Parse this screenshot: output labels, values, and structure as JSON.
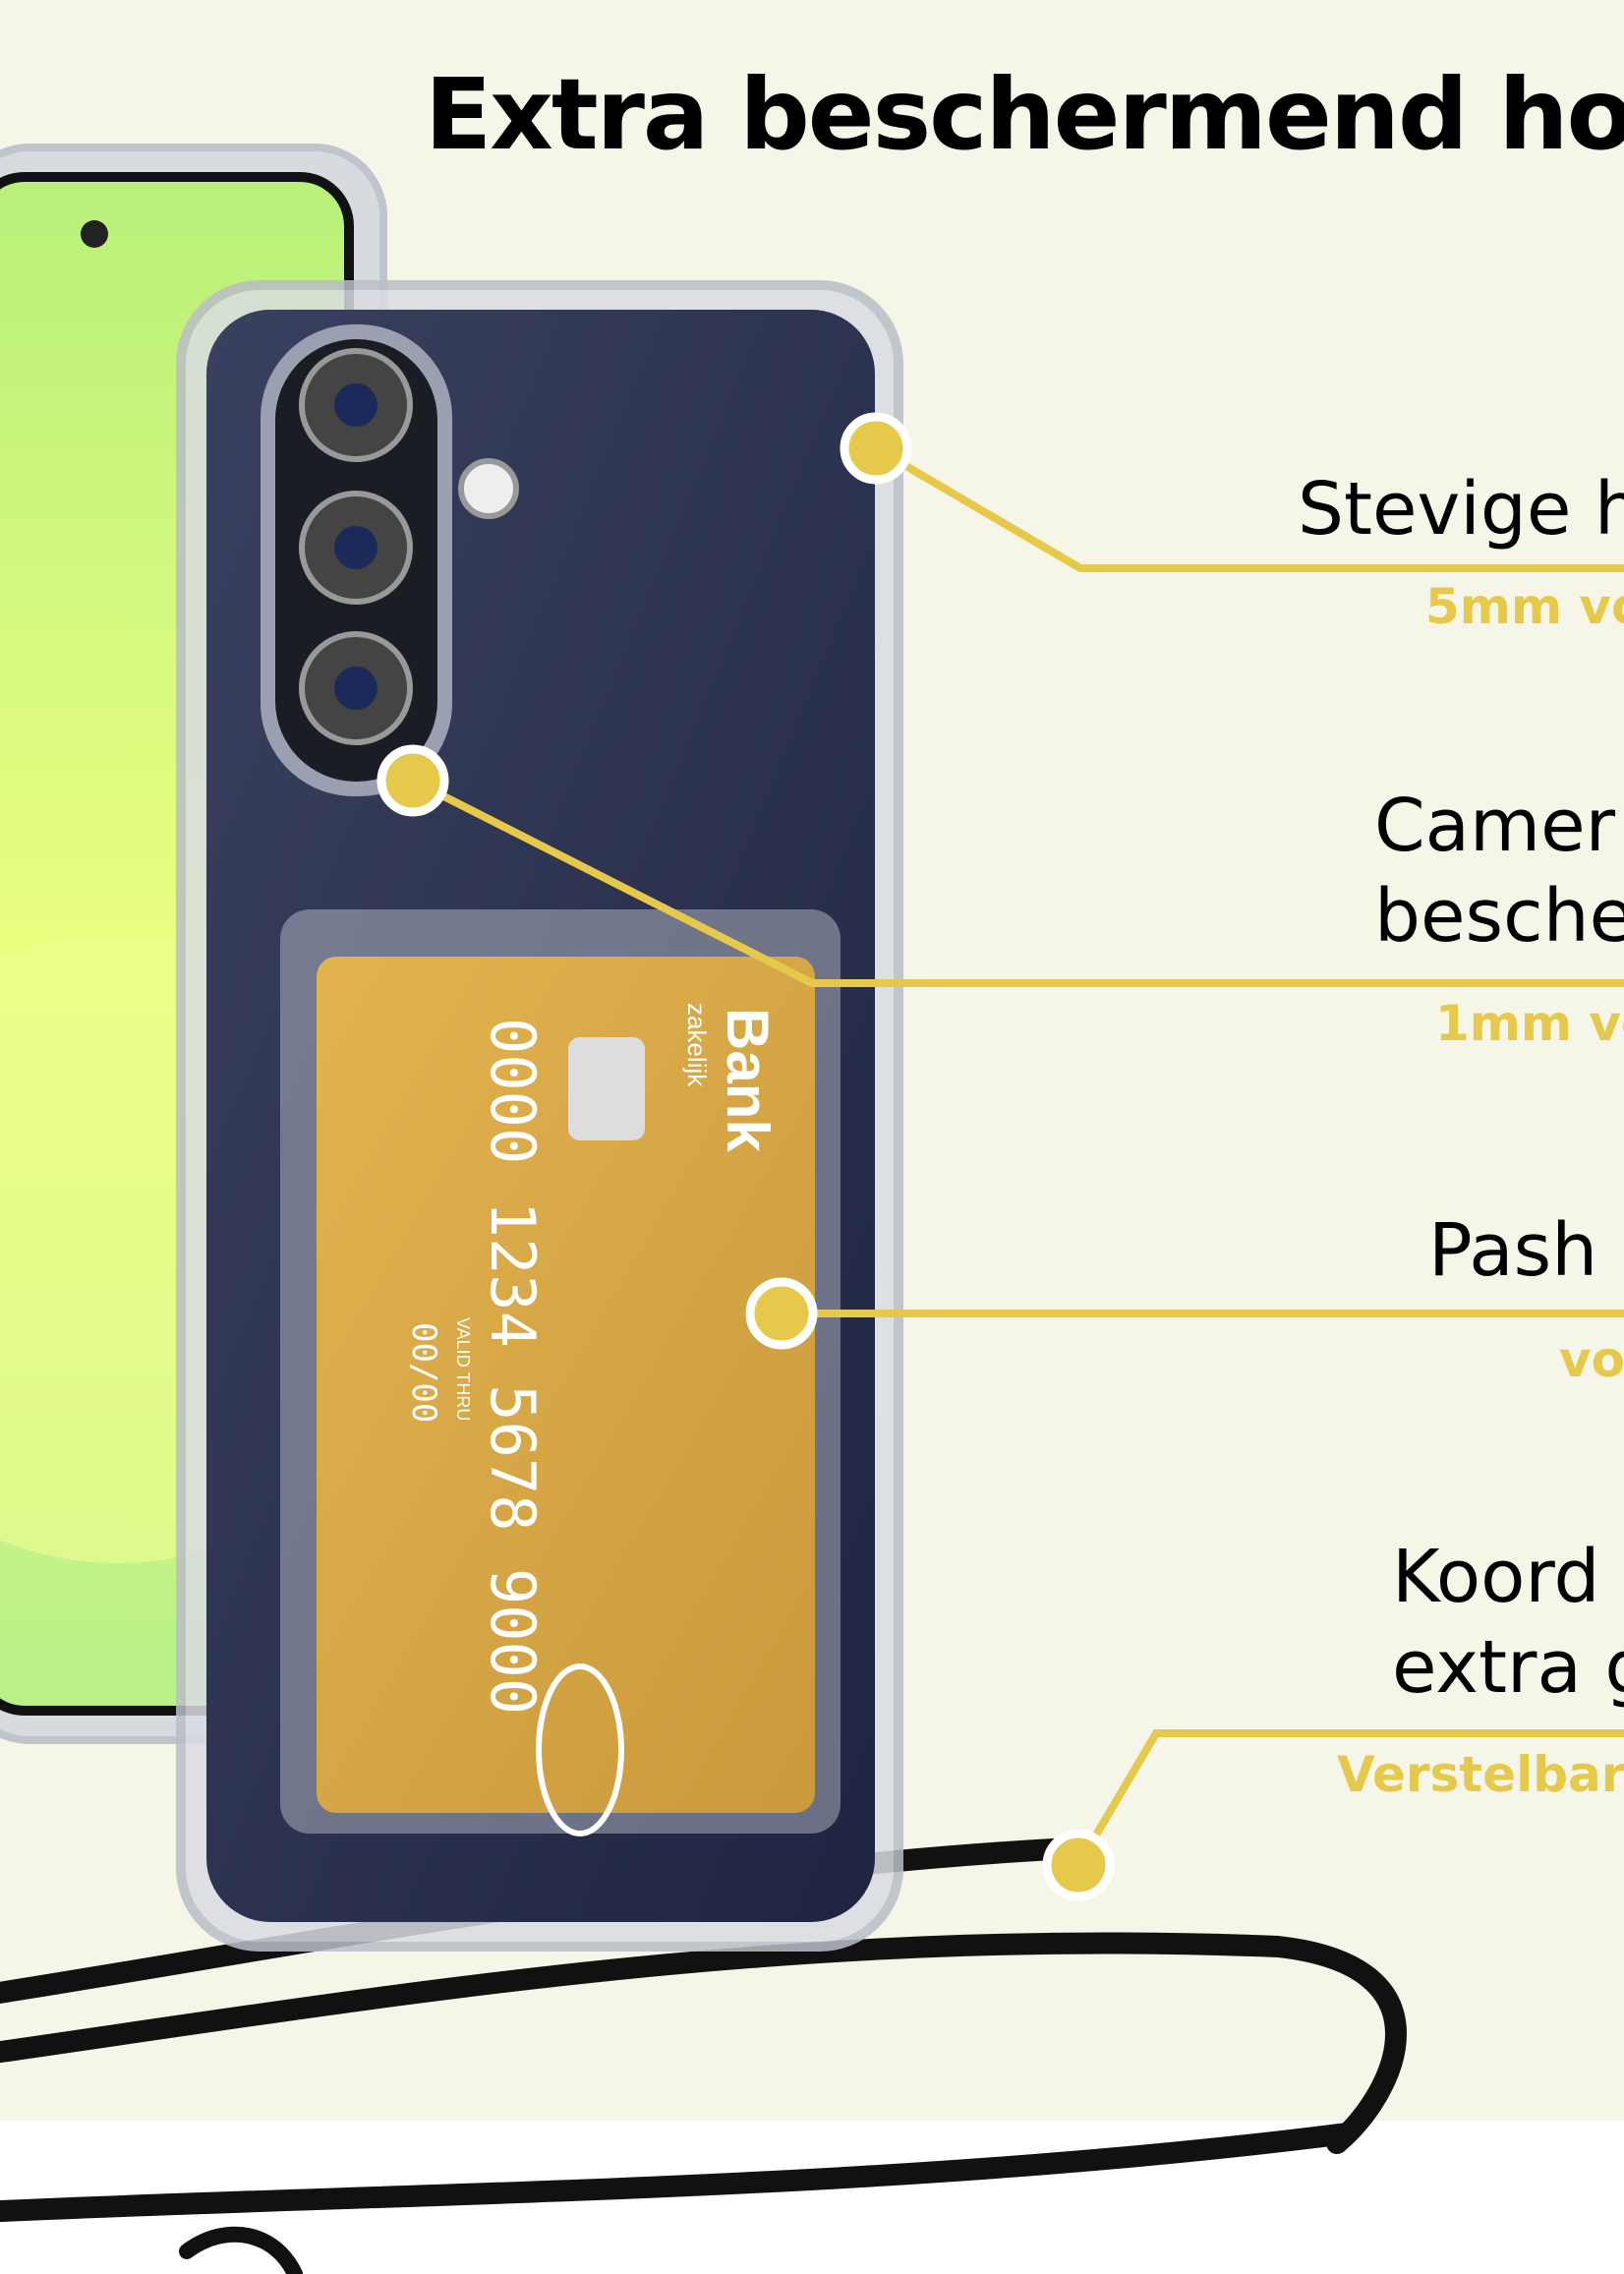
{
  "title": "Extra beschermend ho",
  "colors": {
    "background": "#f5f6e8",
    "accent": "#e6c84a",
    "text": "#000000"
  },
  "features": [
    {
      "label_lines": [
        "Stevige h"
      ],
      "sub": "5mm vo"
    },
    {
      "label_lines": [
        "Camer",
        "besche"
      ],
      "sub": "1mm vo"
    },
    {
      "label_lines": [
        "Pash"
      ],
      "sub": "vo"
    },
    {
      "label_lines": [
        "Koord",
        "extra g"
      ],
      "sub": "Verstelbar"
    }
  ],
  "card": {
    "bank": "Bank",
    "type": "zakelijk",
    "number": "0000 1234 5678 9000",
    "valid_label": "VALID THRU",
    "valid": "00/00"
  }
}
